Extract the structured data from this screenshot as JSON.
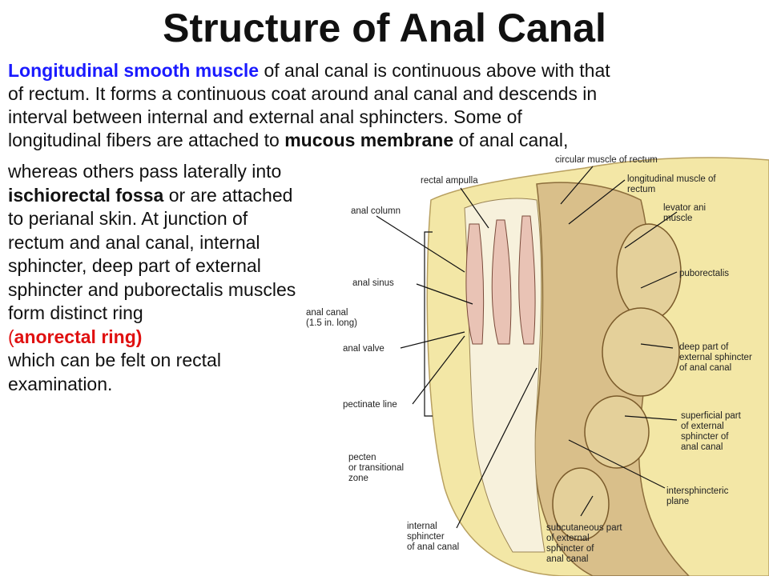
{
  "slide": {
    "title": "Structure of Anal Canal",
    "para": {
      "lead_bold": "Longitudinal smooth muscle",
      "line1_rest": " of anal canal is continuous above with that",
      "line2": "of rectum. It forms a continuous coat around anal canal and descends in",
      "line3": "interval between internal and external anal sphincters. Some of",
      "line4_pre": "longitudinal fibers are attached to ",
      "line4_bold": "mucous membrane",
      "line4_post": " of anal canal,",
      "side1": "whereas others pass laterally into",
      "side2_bold": "ischiorectal fossa",
      "side2_rest": " or are attached",
      "side3": "to perianal skin. At junction of",
      "side4": "rectum and anal canal, internal",
      "side5": "sphincter, deep part of external",
      "side6": "sphincter and puborectalis muscles",
      "side7": "form distinct ring",
      "side8_open": "(",
      "side8_red": "anorectal ring)",
      "side9": "which can be felt on rectal",
      "side10": "examination."
    }
  },
  "diagram_labels": {
    "circular_muscle": "circular muscle of rectum",
    "rectal_ampulla": "rectal ampulla",
    "longitudinal_muscle_1": "longitudinal muscle of",
    "longitudinal_muscle_2": "rectum",
    "anal_column": "anal column",
    "levator_1": "levator ani",
    "levator_2": "muscle",
    "puborectalis": "puborectalis",
    "anal_sinus": "anal sinus",
    "anal_canal_1": "anal canal",
    "anal_canal_2": "(1.5 in. long)",
    "anal_valve": "anal valve",
    "deep_ext_1": "deep part of",
    "deep_ext_2": "external sphincter",
    "deep_ext_3": "of anal canal",
    "pectinate_line": "pectinate line",
    "superficial_1": "superficial part",
    "superficial_2": "of external",
    "superficial_3": "sphincter of",
    "superficial_4": "anal canal",
    "pecten_1": "pecten",
    "pecten_2": "or transitional",
    "pecten_3": "zone",
    "intersph_1": "intersphincteric",
    "intersph_2": "plane",
    "internal_1": "internal",
    "internal_2": "sphincter",
    "internal_3": "of anal canal",
    "subcut_1": "subcutaneous part",
    "subcut_2": "of external",
    "subcut_3": "sphincter of",
    "subcut_4": "anal canal"
  },
  "colors": {
    "lead_blue": "#1a1aff",
    "ring_red": "#e01010",
    "tissue_yellow": "#f3e7a6",
    "muscle_tan": "#d9bf8a",
    "mucosa_pink": "#e9c3b5"
  }
}
